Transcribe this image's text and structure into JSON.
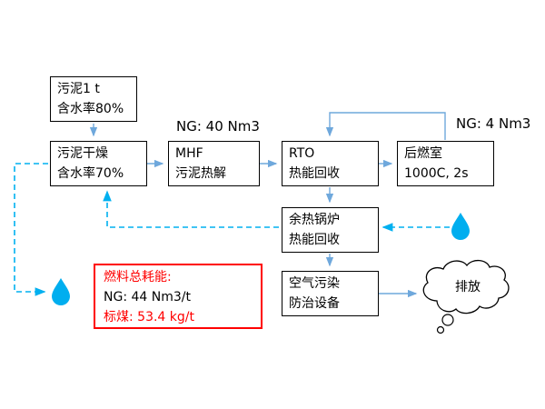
{
  "diagram": {
    "boxes": {
      "sludge_input": {
        "line1": "污泥1 t",
        "line2": "含水率80%"
      },
      "drying": {
        "line1": "污泥干燥",
        "line2": "含水率70%"
      },
      "mhf": {
        "line1": "MHF",
        "line2": "污泥热解"
      },
      "rto": {
        "line1": "RTO",
        "line2": "热能回收"
      },
      "afterburner": {
        "line1": "后燃室",
        "line2": "1000C, 2s"
      },
      "boiler": {
        "line1": "余热锅炉",
        "line2": "热能回收"
      },
      "apc": {
        "line1": "空气污染",
        "line2": "防治设备"
      }
    },
    "labels": {
      "ng_mhf": "NG: 40 Nm3",
      "ng_afterburner": "NG: 4 Nm3",
      "emission": "排放"
    },
    "fuel_summary": {
      "line1": "燃料总耗能:",
      "line2": "NG: 44 Nm3/t",
      "line3": "标煤:  53.4 kg/t"
    },
    "icons": {
      "water_drop_left": "water-drop-icon",
      "water_drop_right": "water-drop-icon",
      "emission_cloud": "cloud-icon"
    },
    "colors": {
      "solid_arrow": "#6fa8dc",
      "dashed_arrow": "#00b0f0",
      "water_drop": "#00aeef",
      "box_border": "#000000",
      "highlight_border": "#ff0000",
      "highlight_text": "#ff0000"
    }
  }
}
